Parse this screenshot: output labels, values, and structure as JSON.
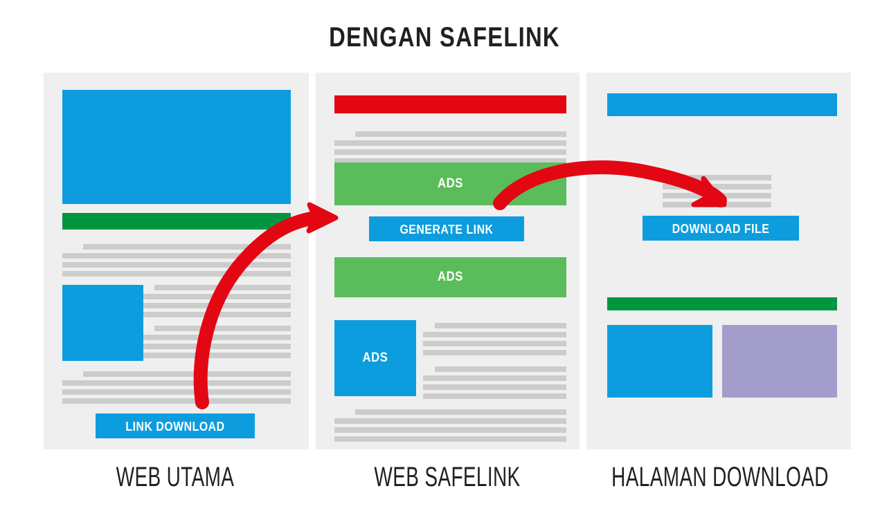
{
  "header": {
    "title": "DENGAN SAFELINK"
  },
  "colors": {
    "background": "#ffffff",
    "panel": "#efefef",
    "blue": "#0d9ddf",
    "green": "#009640",
    "ads_green": "#5bbc5b",
    "red": "#e30613",
    "purple": "#a29dcb",
    "text_line": "#cccccc",
    "title_text": "#231f20",
    "button_text": "#ffffff"
  },
  "panels": [
    {
      "id": "web-utama",
      "caption": "WEB UTAMA",
      "blocks": [
        {
          "name": "hero-banner",
          "kind": "blue"
        },
        {
          "name": "green-divider-bar",
          "kind": "green"
        },
        {
          "name": "thumbnail-image",
          "kind": "blue"
        }
      ],
      "button": {
        "name": "link-download-button",
        "label": "LINK DOWNLOAD",
        "kind": "blue"
      }
    },
    {
      "id": "web-safelink",
      "caption": "WEB SAFELINK",
      "blocks": [
        {
          "name": "red-header-bar",
          "kind": "red"
        },
        {
          "name": "ads-banner-top",
          "kind": "ads_green",
          "label": "ADS"
        },
        {
          "name": "ads-banner-middle",
          "kind": "ads_green",
          "label": "ADS"
        },
        {
          "name": "ads-square",
          "kind": "blue",
          "label": "ADS"
        }
      ],
      "button": {
        "name": "generate-link-button",
        "label": "GENERATE LINK",
        "kind": "blue"
      }
    },
    {
      "id": "halaman-download",
      "caption": "HALAMAN DOWNLOAD",
      "blocks": [
        {
          "name": "top-banner",
          "kind": "blue"
        },
        {
          "name": "green-divider-bar",
          "kind": "green"
        },
        {
          "name": "media-thumb-blue",
          "kind": "blue"
        },
        {
          "name": "media-thumb-purple",
          "kind": "purple"
        }
      ],
      "button": {
        "name": "download-file-button",
        "label": "DOWNLOAD FILE",
        "kind": "blue"
      }
    }
  ],
  "arrows": [
    {
      "name": "arrow-utama-to-safelink",
      "from": "link-download-button",
      "to": "generate-link-button",
      "color": "#e30613"
    },
    {
      "name": "arrow-safelink-to-download",
      "from": "generate-link-button",
      "to": "download-file-button",
      "color": "#e30613"
    }
  ],
  "labels": {
    "ads": "ADS"
  }
}
